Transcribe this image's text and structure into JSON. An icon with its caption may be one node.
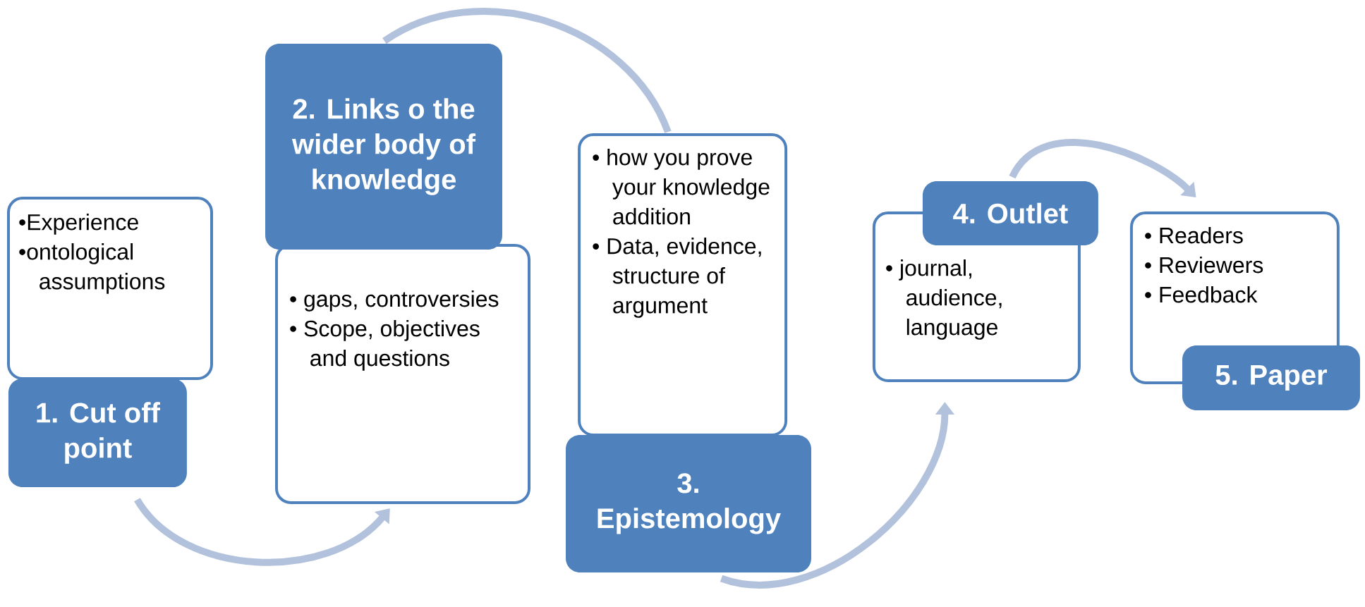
{
  "diagram": {
    "nodes": [
      {
        "text": [
          "•Experience",
          "•ontological assumptions"
        ]
      },
      {
        "text": [
          "1. Cut off point"
        ]
      },
      {
        "text": [
          "2. Links o the wider body of knowledge"
        ]
      },
      {
        "text": [
          "• gaps, controversies",
          "• Scope, objectives and questions"
        ]
      },
      {
        "text": [
          "• how you prove your knowledge addition",
          "• Data, evidence, structure of argument"
        ]
      },
      {
        "text": [
          "3. Epistemology"
        ]
      },
      {
        "text": [
          "• journal, audience, language"
        ]
      },
      {
        "text": [
          "4. Outlet"
        ]
      },
      {
        "text": [
          "• Readers",
          "• Reviewers",
          "• Feedback"
        ]
      },
      {
        "text": [
          "5. Paper"
        ]
      }
    ],
    "edges": [
      {
        "from": 1,
        "to": 3,
        "arrow": "to"
      },
      {
        "from": 2,
        "to": 4,
        "arrow": "none"
      },
      {
        "from": 5,
        "to": 6,
        "arrow": "to"
      },
      {
        "from": 7,
        "to": 8,
        "arrow": "to"
      }
    ]
  }
}
